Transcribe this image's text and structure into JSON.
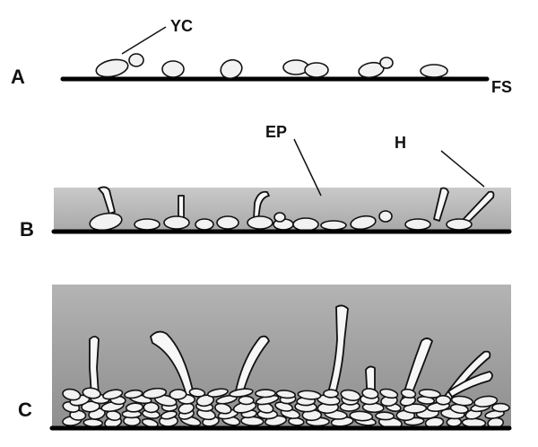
{
  "panels": {
    "a": "A",
    "b": "B",
    "c": "C"
  },
  "annotations": {
    "yc": "YC",
    "fs": "FS",
    "ep": "EP",
    "h": "H"
  }
}
